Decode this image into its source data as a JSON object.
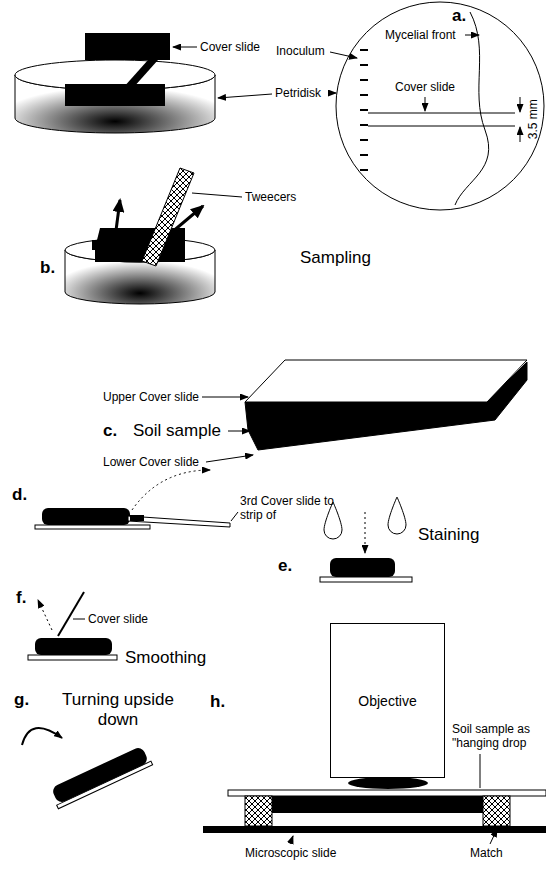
{
  "diagram": {
    "nodes": [
      {
        "text": [
          "Objective"
        ]
      }
    ],
    "labels": [
      "Cover slide",
      "a.",
      "Mycelial front",
      "Inoculum",
      "Cover slide",
      "Petridisk",
      "3.5 mm",
      "Tweecers",
      "b.",
      "Sampling",
      "Upper Cover slide",
      "c.",
      "Soil sample",
      "Lower Cover slide",
      "d.",
      "3rd Cover slide to strip of",
      "Staining",
      "e.",
      "f.",
      "Cover slide",
      "Smoothing",
      "Turning upside down",
      "g.",
      "h.",
      "Soil sample as \"hanging drop",
      "Microscopic slide",
      "Match"
    ]
  }
}
